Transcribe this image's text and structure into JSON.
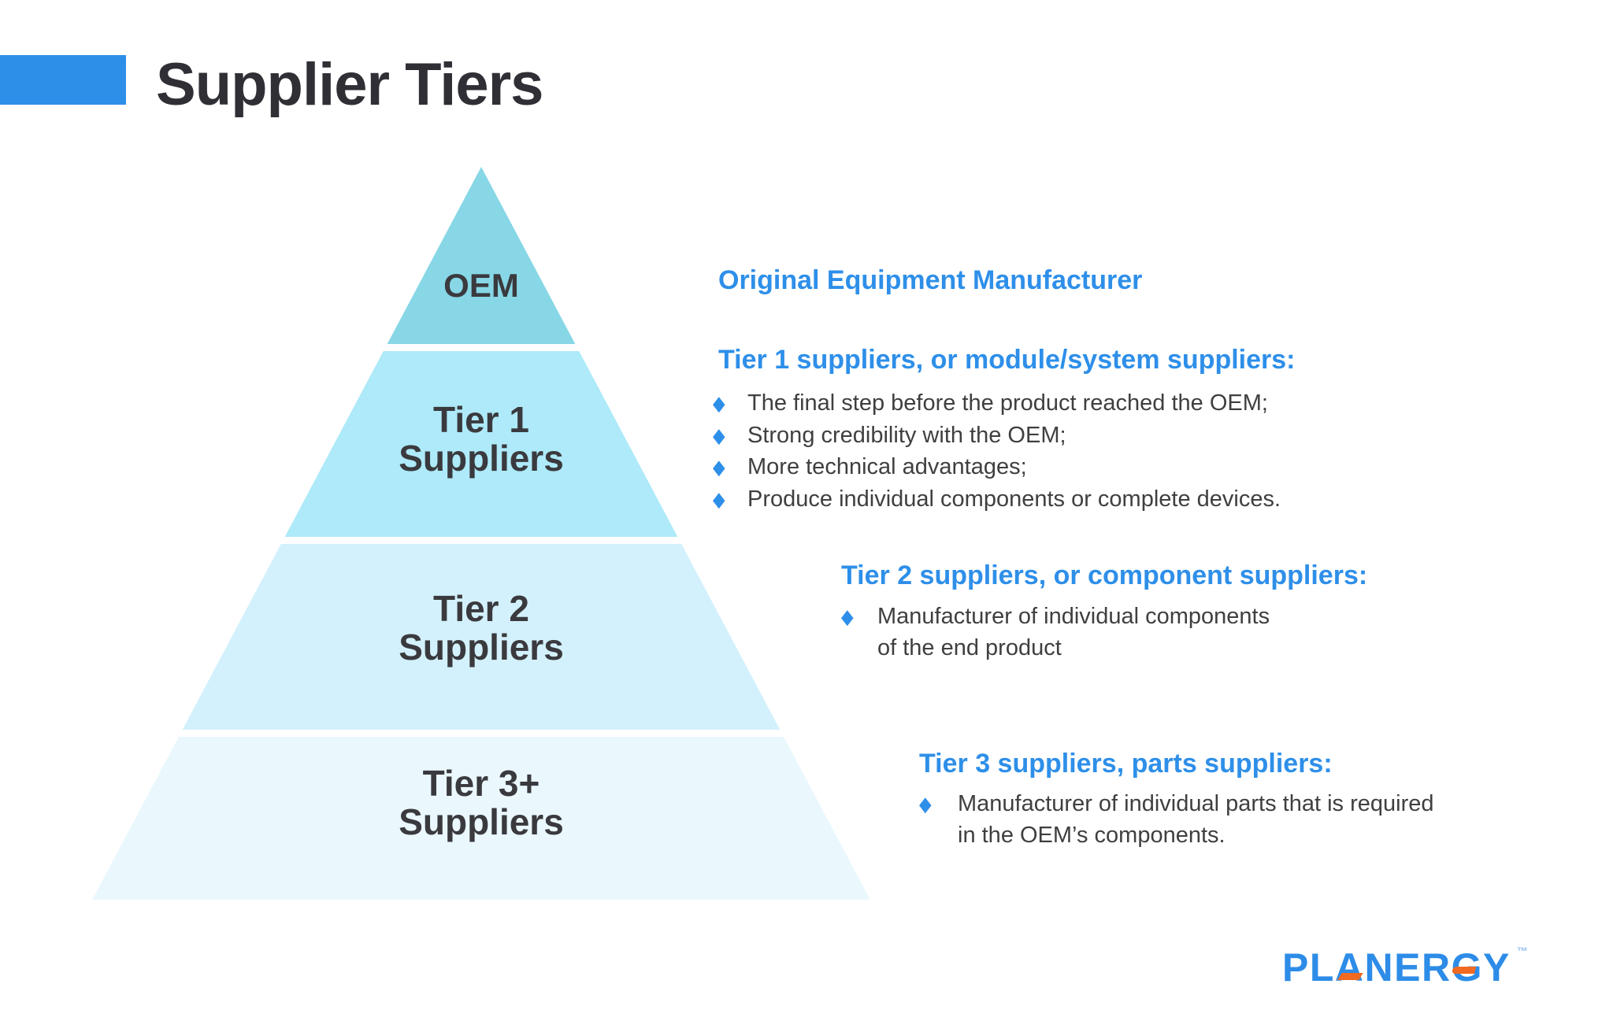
{
  "title": "Supplier Tiers",
  "colors": {
    "accent_blue": "#2E8FE9",
    "heading_blue": "#2E8FE9",
    "title_text": "#2F2F35",
    "body_text": "#3F3F3F",
    "band_oem": "#87D7E6",
    "band_tier1": "#AEEAF9",
    "band_tier2": "#D3F1FC",
    "band_tier3": "#EAF8FE",
    "logo_blue": "#2D8CE7",
    "logo_orange": "#F26A21"
  },
  "bullet_icon": "◆",
  "pyramid": {
    "oem": {
      "label": "OEM"
    },
    "tier1": {
      "line1": "Tier 1",
      "line2": "Suppliers"
    },
    "tier2": {
      "line1": "Tier 2",
      "line2": "Suppliers"
    },
    "tier3": {
      "line1": "Tier 3+",
      "line2": "Suppliers"
    }
  },
  "annotations": {
    "oem": {
      "heading": "Original Equipment Manufacturer"
    },
    "tier1": {
      "heading": "Tier 1 suppliers, or module/system suppliers:",
      "bullets": [
        "The final step before the product reached the OEM;",
        "Strong credibility with the OEM;",
        "More technical advantages;",
        "Produce individual components or complete devices."
      ]
    },
    "tier2": {
      "heading": "Tier 2 suppliers, or component suppliers:",
      "bullets": [
        [
          "Manufacturer of individual components",
          "of the end product"
        ]
      ]
    },
    "tier3": {
      "heading": "Tier 3 suppliers, parts suppliers:",
      "bullets": [
        [
          "Manufacturer of individual parts that is required",
          "in the OEM’s components."
        ]
      ]
    }
  },
  "logo": {
    "text": "PLANERGY",
    "tm": "™"
  }
}
